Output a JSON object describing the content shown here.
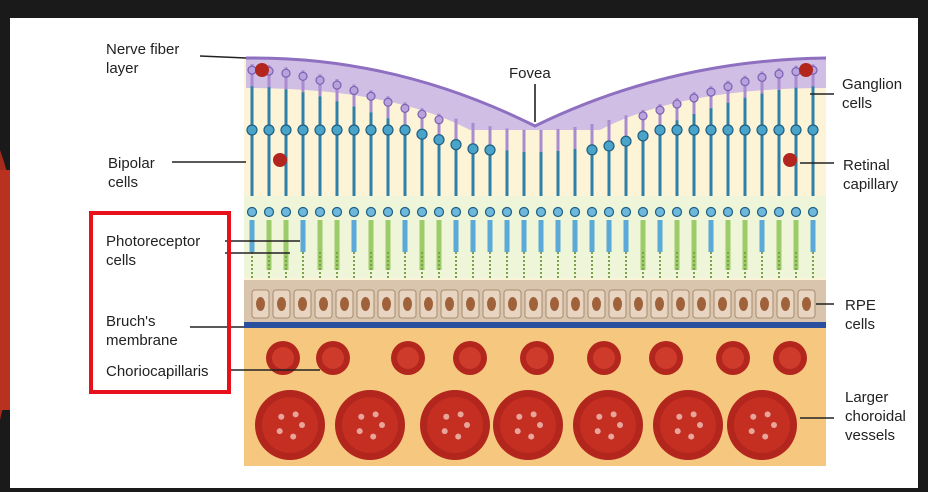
{
  "labels": {
    "nerve_fiber_layer": "Nerve fiber\nlayer",
    "fovea": "Fovea",
    "ganglion_cells": "Ganglion\ncells",
    "bipolar_cells": "Bipolar\ncells",
    "retinal_capillary": "Retinal\ncapillary",
    "photoreceptor_cells": "Photoreceptor\ncells",
    "rpe_cells": "RPE\ncells",
    "bruchs_membrane": "Bruch's\nmembrane",
    "choriocapillaris": "Choriocapillaris",
    "larger_choroidal_vessels": "Larger\nchoroidal\nvessels"
  },
  "colors": {
    "background_dark": "#1a1a1a",
    "slide_accent": "#c0281c",
    "panel": "#ffffff",
    "retina_layer": "#fdf3d6",
    "nerve_fiber": "#a98bd0",
    "bipolar": "#2f7fa8",
    "photoreceptor": "#6fb8dd",
    "rpe": "#c9b19a",
    "bruchs": "#2a4f9e",
    "choroid": "#f6c87f",
    "vessel": "#b3261e",
    "highlight": "#e8101a"
  }
}
